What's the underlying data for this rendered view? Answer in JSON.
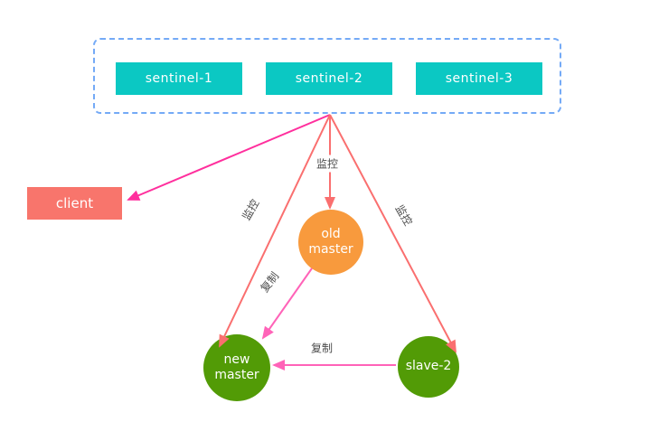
{
  "colors": {
    "teal_node": "#0bc8c3",
    "dashed_border": "#74aaf6",
    "client_box": "#f8756c",
    "monitor_arrow": "#fa6f6f",
    "client_arrow": "#ff2f9d",
    "replicate_arrow": "#ff63b8",
    "old_master_node": "#f89a3d",
    "green_node": "#529b06",
    "edge_label_text": "#4a4a4a"
  },
  "sentinel_group": {
    "items": [
      {
        "label": "sentinel-1"
      },
      {
        "label": "sentinel-2"
      },
      {
        "label": "sentinel-3"
      }
    ]
  },
  "nodes": {
    "client": {
      "label": "client"
    },
    "old_master": {
      "line1": "old",
      "line2": "master"
    },
    "new_master": {
      "line1": "new",
      "line2": "master"
    },
    "slave2": {
      "label": "slave-2"
    }
  },
  "edges": [
    {
      "id": "sentinels-to-client",
      "label": ""
    },
    {
      "id": "sentinels-to-old-master",
      "label": "监控"
    },
    {
      "id": "sentinels-to-new-master",
      "label": "监控"
    },
    {
      "id": "sentinels-to-slave-2",
      "label": "监控"
    },
    {
      "id": "old-master-to-new-master",
      "label": "复制"
    },
    {
      "id": "slave-2-to-new-master",
      "label": "复制"
    }
  ]
}
